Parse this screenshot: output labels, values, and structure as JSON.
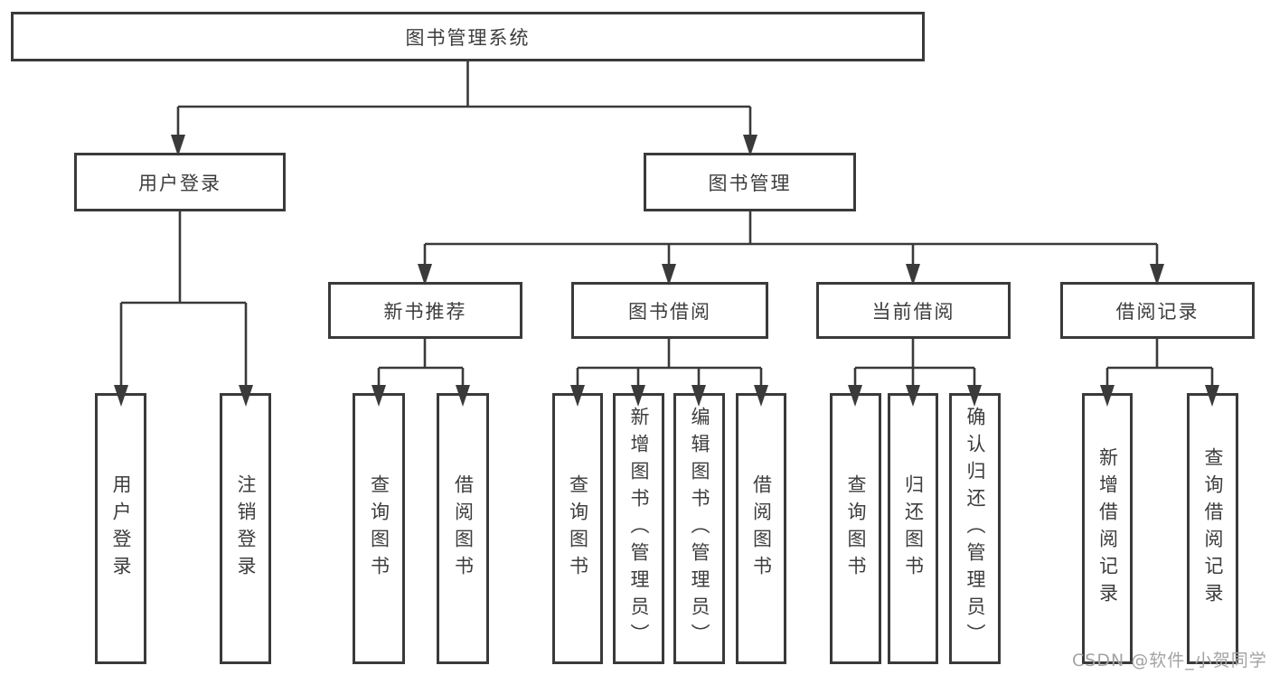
{
  "colors": {
    "line": "#3a3a3a",
    "text": "#3d3d3d",
    "watermark": "#a3a3a3",
    "background": "#ffffff"
  },
  "tree": {
    "root": {
      "label": "图书管理系统"
    },
    "branches": [
      {
        "label": "用户登录",
        "children": [
          {
            "label": "用户登录"
          },
          {
            "label": "注销登录"
          }
        ]
      },
      {
        "label": "图书管理",
        "sections": [
          {
            "label": "新书推荐",
            "children": [
              {
                "label": "查询图书"
              },
              {
                "label": "借阅图书"
              }
            ]
          },
          {
            "label": "图书借阅",
            "children": [
              {
                "label": "查询图书"
              },
              {
                "label": "新增图书（管理员）"
              },
              {
                "label": "编辑图书（管理员）"
              },
              {
                "label": "借阅图书"
              }
            ]
          },
          {
            "label": "当前借阅",
            "children": [
              {
                "label": "查询图书"
              },
              {
                "label": "归还图书"
              },
              {
                "label": "确认归还（管理员）"
              }
            ]
          },
          {
            "label": "借阅记录",
            "children": [
              {
                "label": "新增借阅记录"
              },
              {
                "label": "查询借阅记录"
              }
            ]
          }
        ]
      }
    ]
  },
  "watermark": {
    "text": "CSDN @软件_小贺同学"
  }
}
